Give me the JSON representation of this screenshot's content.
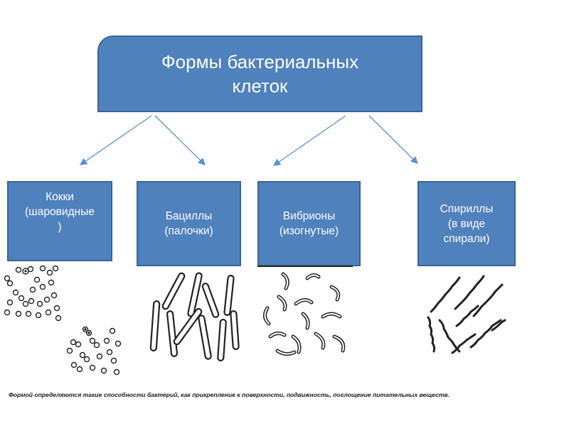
{
  "diagram": {
    "root": {
      "label": "Формы бактериальных\nклеток"
    },
    "shapes": [
      {
        "id": "kokki",
        "label": "Кокки\n(шаровидные\n)"
      },
      {
        "id": "bacilly",
        "label": "Бациллы\n(палочки)"
      },
      {
        "id": "vibrio",
        "label": "Вибрионы\n(изогнутые)"
      },
      {
        "id": "spiril",
        "label": "Спириллы\n(в виде\nспирали)"
      }
    ],
    "colors": {
      "box_fill": "#4f81bd",
      "box_border": "#3a6496",
      "box_text": "#ffffff",
      "arrow": "#5b8fd1"
    }
  },
  "caption": "Формой определяются такие способности бактерий, как прикрепление к поверхности, подвижность, поглощение питательных веществ."
}
